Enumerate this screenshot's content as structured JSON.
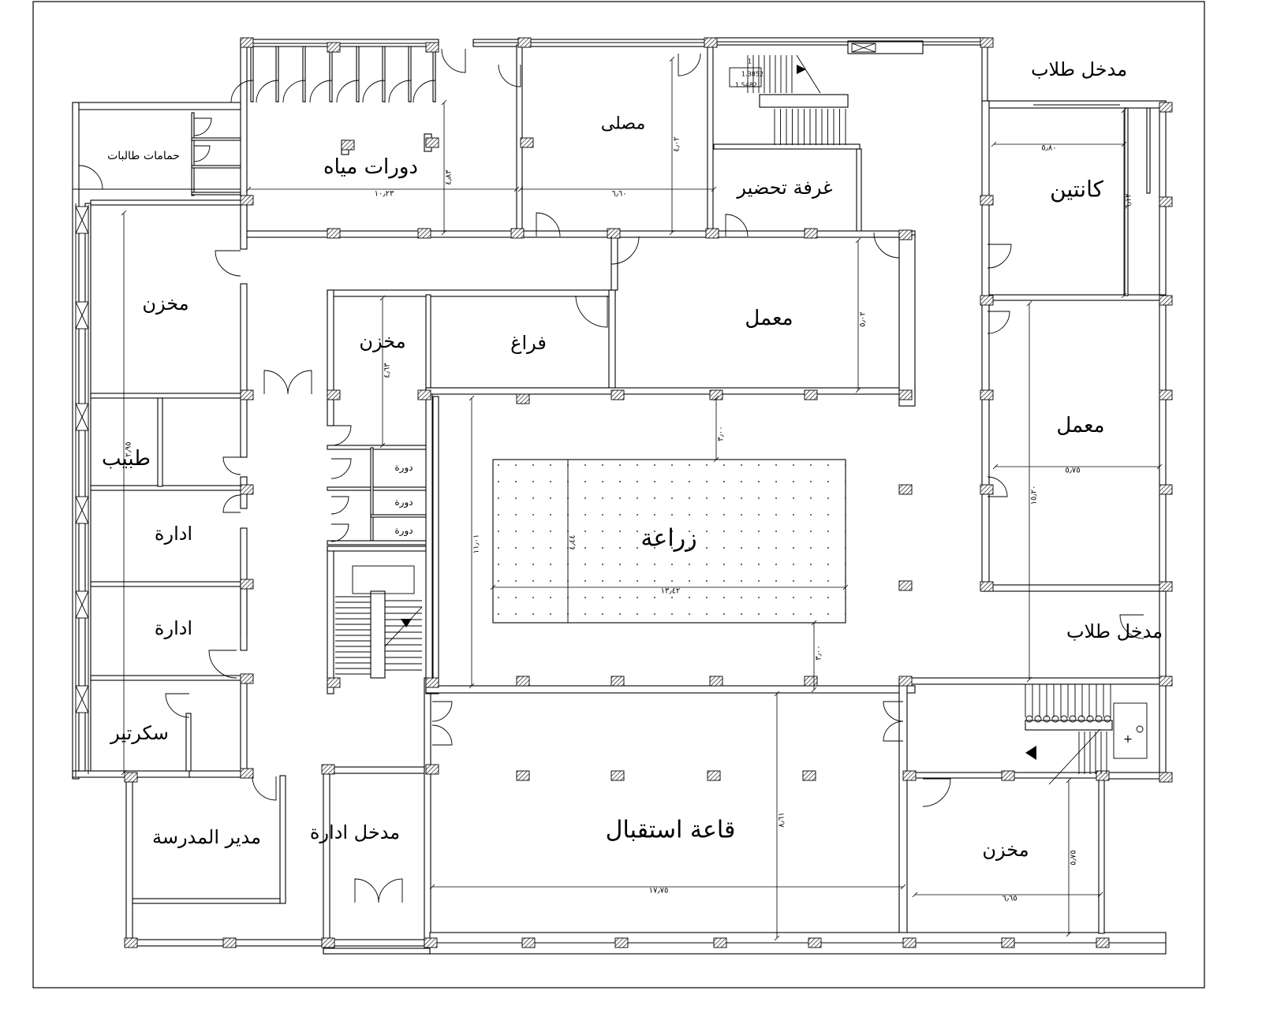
{
  "rooms": {
    "toilets": "دورات مياه",
    "prayer_room": "مصلى",
    "prep_room": "غرفة تحضير",
    "canteen": "كانتين",
    "girls_bathrooms": "حمامات طالبات",
    "store_left": "مخزن",
    "store_center": "مخزن",
    "void": "فراغ",
    "lab_center": "معمل",
    "lab_right": "معمل",
    "doctor": "طبيب",
    "admin_1": "ادارة",
    "admin_2": "ادارة",
    "secretary": "سكرتير",
    "wc_1": "دورة",
    "wc_2": "دورة",
    "wc_3": "دورة",
    "agriculture": "زراعة",
    "reception_hall": "قاعة استقبال",
    "principal": "مدير المدرسة",
    "admin_entrance": "مدخل ادارة",
    "store_right": "مخزن"
  },
  "entrances": {
    "students_top": "مدخل طلاب",
    "students_right": "مدخل طلاب"
  },
  "dimensions": {
    "toilets_width": "١٠٫٢٣",
    "toilets_depth": "٤٫٨٣",
    "prayer_width": "٦٫٦٠",
    "prayer_depth": "٤٫٠٢",
    "canteen_width": "٥٫٨٠",
    "canteen_depth": "٦٫١٢",
    "lab_center_depth": "٥٫٠٢",
    "store_center_depth": "٤٫٦٣",
    "courtyard_gap_top": "٣٫٠٠",
    "lab_right_width": "٥٫٧٥",
    "right_wing_length": "١٥٫٢٠",
    "left_wing_length": "٢٫٩٥",
    "courtyard_depth": "١١٫٠١",
    "agriculture_depth": "٤٫٤٤",
    "agriculture_width": "١٣٫٤٢",
    "courtyard_gap_bottom": "٣٫٠٠",
    "reception_depth": "٨٫٦١",
    "reception_width": "١٧٫٧٥",
    "store_right_width": "٦٫٦٥",
    "store_right_depth": "٥٫٧٥"
  },
  "stair_annotations": {
    "flight_label": "1",
    "dim_a": "1.3852",
    "dim_b": "1.5482"
  },
  "symbols": {
    "plus": "+"
  }
}
